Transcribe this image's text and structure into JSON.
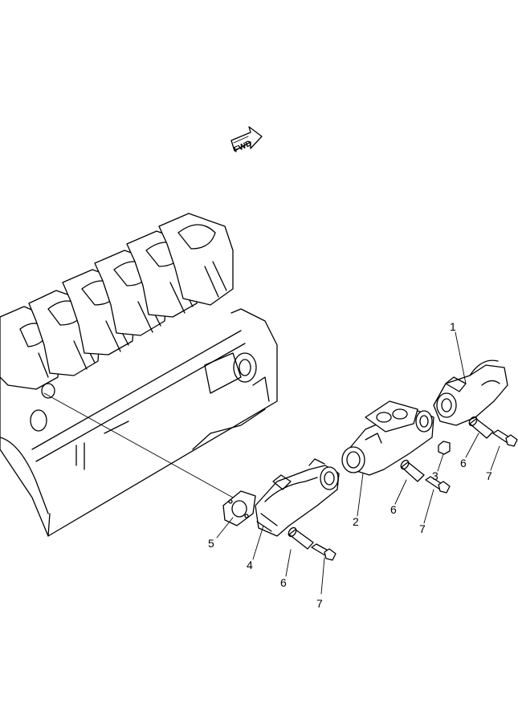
{
  "diagram": {
    "fwd_label": "FWD",
    "callouts": [
      {
        "id": "c1",
        "label": "1"
      },
      {
        "id": "c2",
        "label": "2"
      },
      {
        "id": "c3",
        "label": "3"
      },
      {
        "id": "c4",
        "label": "4"
      },
      {
        "id": "c5",
        "label": "5"
      },
      {
        "id": "c6a",
        "label": "6"
      },
      {
        "id": "c6b",
        "label": "6"
      },
      {
        "id": "c6c",
        "label": "6"
      },
      {
        "id": "c7a",
        "label": "7"
      },
      {
        "id": "c7b",
        "label": "7"
      },
      {
        "id": "c7c",
        "label": "7"
      }
    ]
  }
}
